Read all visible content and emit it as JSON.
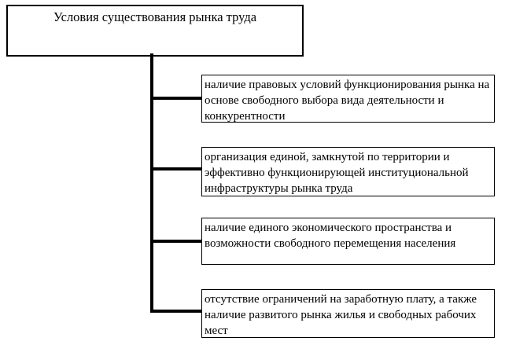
{
  "diagram": {
    "title": "Условия существования рынка труда",
    "branches": [
      {
        "text": "наличие правовых условий функционирования рынка на основе свободного выбора вида деятельности и конкурентности"
      },
      {
        "text": "организация единой, замкнутой по территории и эффективно функционирующей институциональной инфраструктуры рынка труда"
      },
      {
        "text": "наличие единого экономического пространства и возможности свободного перемещения населения"
      },
      {
        "text": "отсутствие ограничений на заработную плату, а также наличие развитого рынка жилья и свободных рабочих мест"
      }
    ],
    "colors": {
      "line": "#000000",
      "background": "#ffffff",
      "text": "#000000"
    }
  }
}
